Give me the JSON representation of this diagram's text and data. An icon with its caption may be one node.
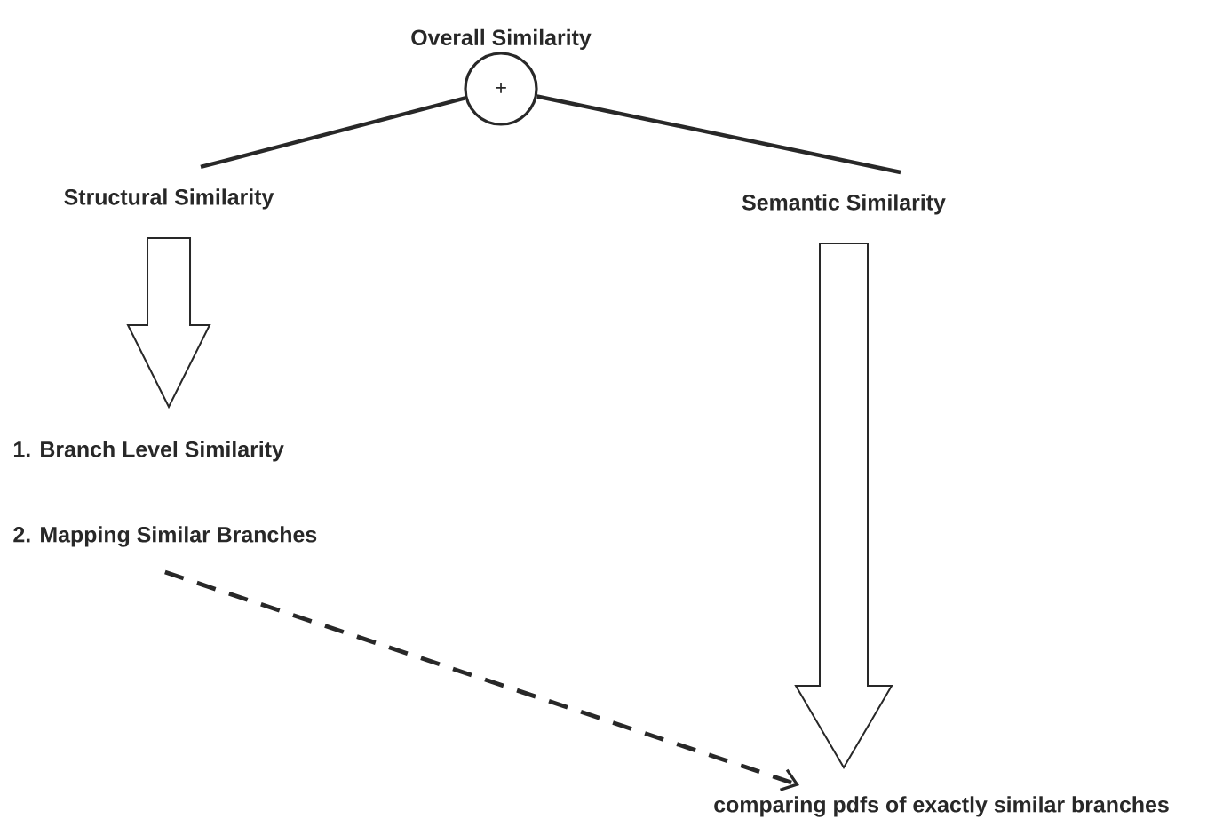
{
  "diagram": {
    "nodes": [
      {
        "text": [
          "Overall Similarity",
          "+"
        ]
      },
      {
        "text": [
          "Structural Similarity"
        ]
      },
      {
        "text": [
          "Semantic Similarity"
        ]
      },
      {
        "text": [
          "1. Branch Level Similarity"
        ]
      },
      {
        "text": [
          "2. Mapping Similar Branches"
        ]
      },
      {
        "text": [
          "comparing pdfs of exactly similar branches"
        ]
      }
    ],
    "edges": [
      {
        "from": 0,
        "to": 1,
        "arrow": "none"
      },
      {
        "from": 0,
        "to": 2,
        "arrow": "none"
      },
      {
        "from": 1,
        "to": 3,
        "arrow": "to"
      },
      {
        "from": 2,
        "to": 5,
        "arrow": "to"
      },
      {
        "from": 4,
        "to": 5,
        "arrow": "to",
        "style": "dashed"
      }
    ]
  }
}
